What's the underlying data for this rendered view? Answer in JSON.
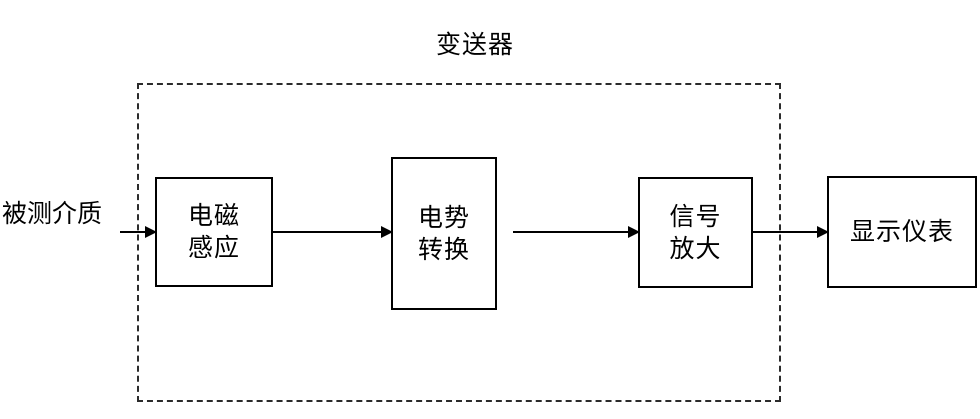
{
  "diagram": {
    "title": "变送器",
    "type": "block-flow-diagram",
    "boundary_label": "变送器",
    "boundary_style": "dashed",
    "input_label": "被测介质",
    "blocks": [
      {
        "id": "em-induction",
        "label": "电磁\n感应",
        "inside_boundary": true
      },
      {
        "id": "potential-conv",
        "label": "电势\n转换",
        "inside_boundary": true
      },
      {
        "id": "signal-amp",
        "label": "信号\n放大",
        "inside_boundary": true
      },
      {
        "id": "display-meter",
        "label": "显示仪表",
        "inside_boundary": false
      }
    ],
    "connections": [
      {
        "id": "input-to-induction",
        "from": "被测介质",
        "to": "电磁感应",
        "arrow": "→"
      },
      {
        "id": "induction-to-conv",
        "from": "电磁感应",
        "to": "电势转换",
        "arrow": "→"
      },
      {
        "id": "conv-to-amp",
        "from": "电势转换",
        "to": "信号放大",
        "arrow": "→"
      },
      {
        "id": "amp-to-display",
        "from": "信号放大",
        "to": "显示仪表",
        "arrow": "→"
      }
    ],
    "colors": {
      "background": "#ffffff",
      "stroke": "#000000",
      "dashed_stroke": "#2b2b2b",
      "text": "#000000"
    }
  }
}
